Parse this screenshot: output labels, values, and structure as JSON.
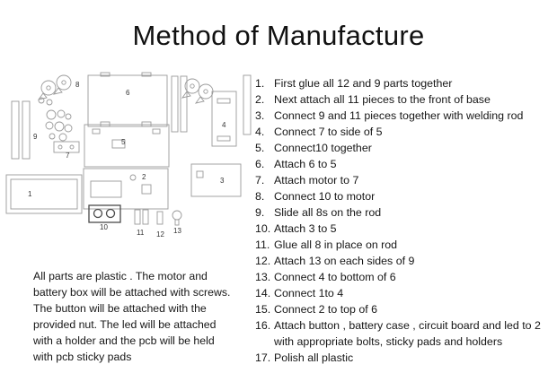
{
  "title": "Method of Manufacture",
  "steps": [
    {
      "num": "1.",
      "text": "First glue all 12 and 9 parts together"
    },
    {
      "num": "2.",
      "text": "Next attach all 11 pieces to the front of base"
    },
    {
      "num": "3.",
      "text": "Connect 9 and 11 pieces together with welding rod"
    },
    {
      "num": "4.",
      "text": "Connect 7 to side of 5"
    },
    {
      "num": "5.",
      "text": "Connect10 together"
    },
    {
      "num": "6.",
      "text": "Attach 6 to 5"
    },
    {
      "num": "7.",
      "text": "Attach motor to 7"
    },
    {
      "num": "8.",
      "text": "Connect 10 to motor"
    },
    {
      "num": "9.",
      "text": "Slide all 8s on the rod"
    },
    {
      "num": "10.",
      "text": "Attach 3 to 5"
    },
    {
      "num": "11.",
      "text": "Glue all 8 in place on rod"
    },
    {
      "num": "12.",
      "text": "Attach 13 on each sides of 9"
    },
    {
      "num": "13.",
      "text": "Connect 4 to bottom of 6"
    },
    {
      "num": "14.",
      "text": "Connect 1to 4"
    },
    {
      "num": "15.",
      "text": "Connect 2 to top of 6"
    },
    {
      "num": "16.",
      "text": "Attach button , battery case , circuit board and led to 2 with appropriate bolts, sticky pads and holders"
    },
    {
      "num": "17.",
      "text": "Polish all plastic"
    }
  ],
  "note": "All parts are plastic . The motor and battery box will be attached with screws. The button will be attached with the provided nut. The led will be attached with a holder and the pcb will be held with pcb sticky pads",
  "diagram": {
    "labels": [
      {
        "text": "8"
      },
      {
        "text": "6"
      },
      {
        "text": "9"
      },
      {
        "text": "7"
      },
      {
        "text": "5"
      },
      {
        "text": "4"
      },
      {
        "text": "3"
      },
      {
        "text": "1"
      },
      {
        "text": "2"
      },
      {
        "text": "10"
      },
      {
        "text": "11"
      },
      {
        "text": "12"
      },
      {
        "text": "13"
      }
    ]
  },
  "colors": {
    "text": "#1a1a1a",
    "diagram_stroke": "#9a9a9a"
  }
}
